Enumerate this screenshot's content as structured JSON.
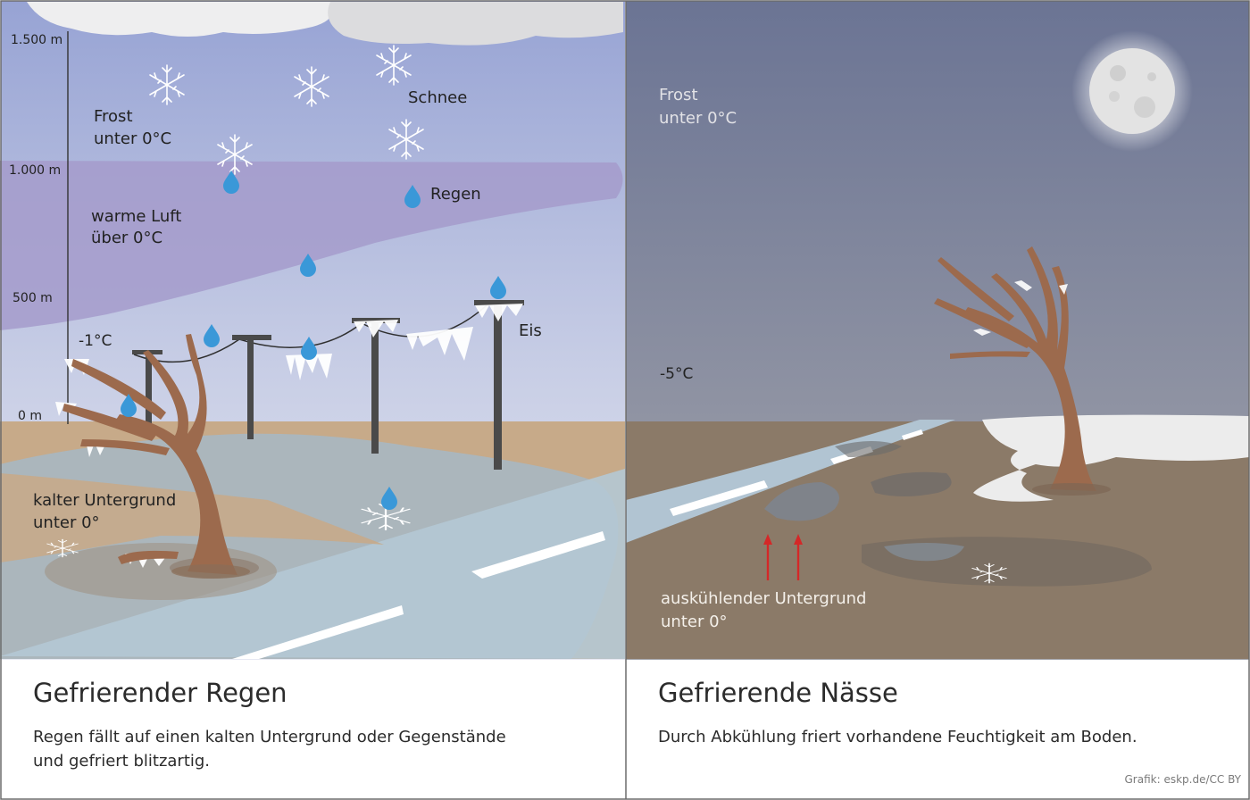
{
  "left_panel": {
    "scale": [
      "1.500 m",
      "1.000 m",
      "500 m",
      "0 m"
    ],
    "frost": [
      "Frost",
      "unter 0°C"
    ],
    "warm_air": [
      "warme Luft",
      "über 0°C"
    ],
    "snow": "Schnee",
    "rain": "Regen",
    "ice": "Eis",
    "air_temp": "-1°C",
    "ground": [
      "kalter Untergrund",
      "unter 0°"
    ],
    "title": "Gefrierender Regen",
    "text": [
      "Regen fällt auf einen kalten Untergrund oder Gegenstände",
      "und gefriert blitzartig."
    ]
  },
  "right_panel": {
    "frost": [
      "Frost",
      "unter 0°C"
    ],
    "air_temp": "-5°C",
    "ground": [
      "auskühlender Untergrund",
      "unter 0°"
    ],
    "title": "Gefrierende Nässe",
    "text": "Durch Abkühlung friert vorhandene Feuchtigkeit am Boden."
  },
  "credit": "Grafik: eskp.de/CC BY",
  "colors": {
    "sky_left_top": "#9aa6d6",
    "warm_layer": "#a79ccc",
    "sky_right_top": "#6e7896",
    "soil_left": "#c8ab8a",
    "soil_right": "#8a7866",
    "ice_road": "#a9bccb",
    "raindrop": "#3b9ad6",
    "tree": "#9d6b4e",
    "arrow": "#d62a2a"
  },
  "icons": [
    "snowflake-icon",
    "raindrop-icon",
    "moon-icon",
    "tree-icon",
    "utility-pole-icon",
    "arrow-up-icon"
  ]
}
